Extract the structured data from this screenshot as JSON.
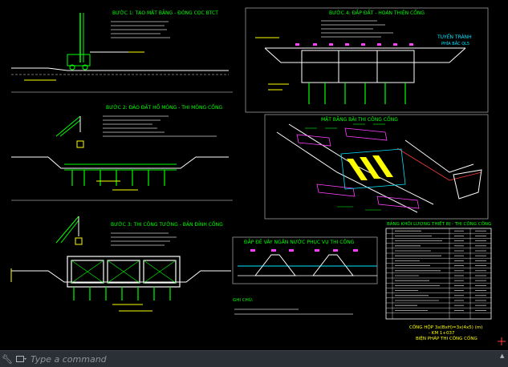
{
  "colors": {
    "background": "#000000",
    "yellow": "#ffff00",
    "green": "#00ff00",
    "cyan": "#00e5ff",
    "magenta": "#ff40ff",
    "red": "#ff3b3b",
    "white": "#ffffff",
    "grey": "#9a9a9a"
  },
  "drawing": {
    "step1_title": "BƯỚC 1: TẠO MẶT BẰNG - ĐÓNG CỌC BTCT",
    "step2_title": "BƯỚC 2: ĐÀO ĐẤT HỐ MÓNG - THI MÓNG CỐNG",
    "step3_title": "BƯỚC 3: THI CÔNG TƯỜNG - BẢN ĐỈNH CỐNG",
    "step4_title": "BƯỚC 4: ĐẮP ĐẤT - HOÀN THIỆN CỐNG",
    "plan_title": "MẶT BẰNG BÃI THI CÔNG CỐNG",
    "cofferdam_title": "ĐẮP ĐÊ VÂY NGĂN NƯỚC PHỤC VỤ THI CÔNG",
    "table_title": "BẢNG KHỐI LƯỢNG THIẾT BỊ - THI CÔNG CỐNG",
    "route_label_1": "TUYẾN TRÁNH",
    "route_label_2": "PHÍA BẮC QL5",
    "notes_title": "GHI CHÚ:",
    "footer_1": "CỐNG HỘP 3x(BxH)=3x(4x5) (m)",
    "footer_2": "- KM 1+037",
    "footer_3": "BIỆN PHÁP THI CÔNG CỐNG"
  },
  "command_line": {
    "placeholder": "Type a command"
  }
}
